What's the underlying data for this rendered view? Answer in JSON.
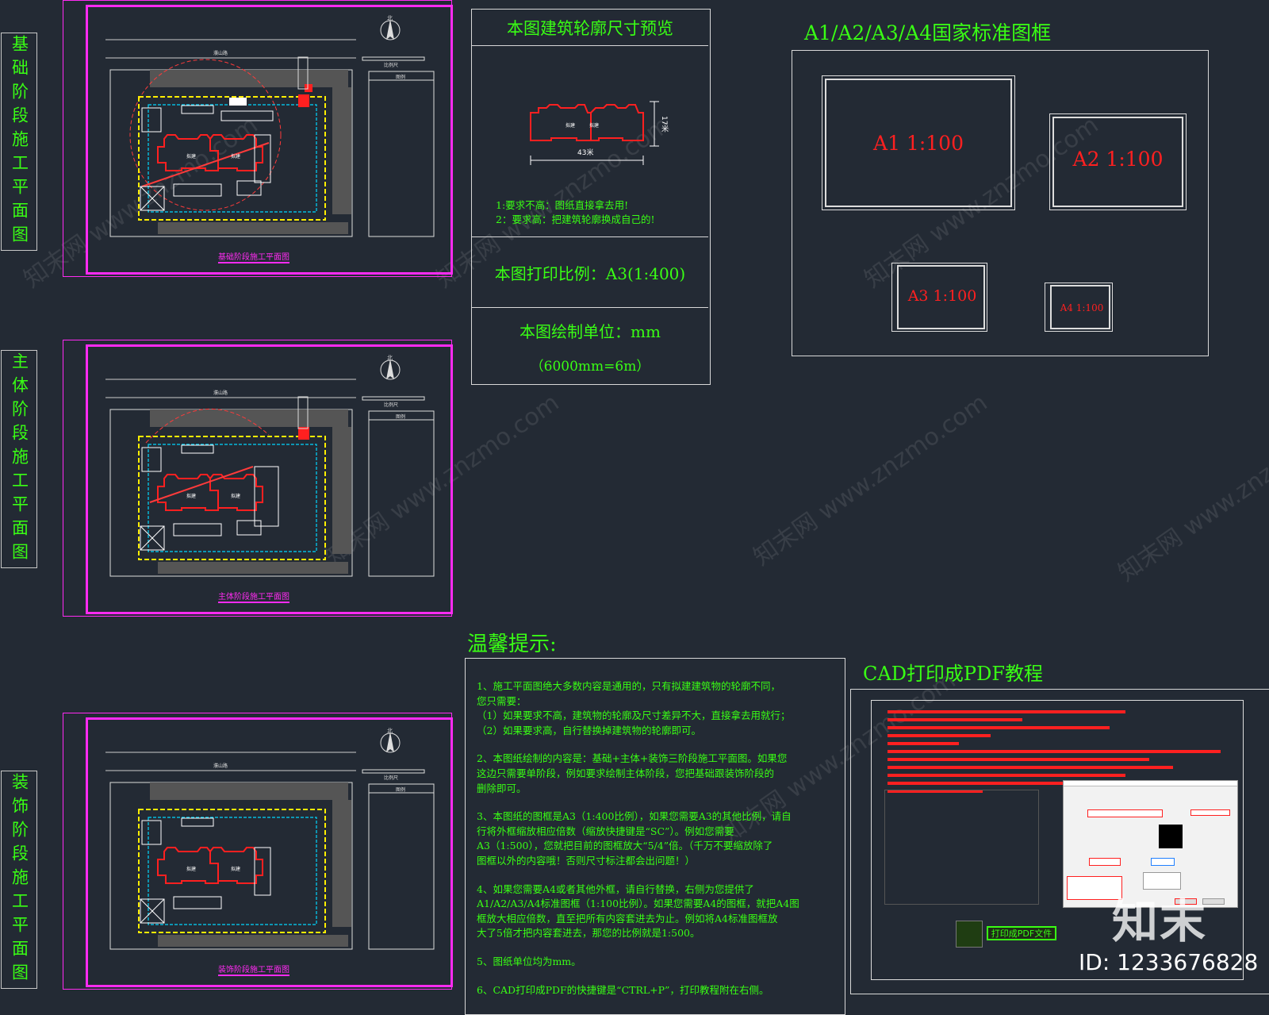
{
  "sections": [
    {
      "label": "基础阶段施工平面图",
      "caption": "基础阶段施工平面图"
    },
    {
      "label": "主体阶段施工平面图",
      "caption": "主体阶段施工平面图"
    },
    {
      "label": "装饰阶段施工平面图",
      "caption": "装饰阶段施工平面图"
    }
  ],
  "plan_labels": {
    "north": "北",
    "scale_bar": "比例尺",
    "road": "濮山路",
    "legend": "图例",
    "building_a": "拟建",
    "building_b": "拟建"
  },
  "preview": {
    "title": "本图建筑轮廓尺寸预览",
    "dim_width": "43米",
    "dim_depth": "17米",
    "note1": "1:要求不高：图纸直接拿去用!",
    "note2": "2：要求高：把建筑轮廓换成自己的!",
    "print_scale": "本图打印比例：A3(1:400)",
    "unit_title": "本图绘制单位：mm",
    "unit_note": "（6000mm=6m）"
  },
  "frames": {
    "title": "A1/A2/A3/A4国家标准图框",
    "a1": "A1  1:100",
    "a2": "A2  1:100",
    "a3": "A3  1:100",
    "a4": "A4  1:100"
  },
  "tips": {
    "title": "温馨提示:",
    "paragraphs": [
      "1、施工平面图绝大多数内容是通用的，只有拟建建筑物的轮廓不同，\n您只需要：\n（1）如果要求不高，建筑物的轮廓及尺寸差异不大，直接拿去用就行；\n（2）如果要求高，自行替换掉建筑物的轮廓即可。",
      "2、本图纸绘制的内容是：基础+主体+装饰三阶段施工平面图。如果您\n这边只需要单阶段，例如要求绘制主体阶段，您把基础跟装饰阶段的\n删除即可。",
      "3、本图纸的图框是A3（1:400比例），如果您需要A3的其他比例，请自\n行将外框缩放相应倍数（缩放快捷键是“SC”）。例如您需要\nA3（1:500），您就把目前的图框放大“5/4”倍。（千万不要缩放除了\n图框以外的内容哦！否则尺寸标注都会出问题！）",
      "4、如果您需要A4或者其他外框，请自行替换，右侧为您提供了\nA1/A2/A3/A4标准图框（1:100比例）。如果您需要A4的图框，就把A4图\n框放大相应倍数，直至把所有内容套进去为止。例如将A4标准图框放\n大了5倍才把内容套进去，那您的比例就是1:500。",
      "5、图纸单位均为mm。",
      "6、CAD打印成PDF的快捷键是“CTRL+P”，打印教程附在右侧。"
    ]
  },
  "pdf": {
    "title": "CAD打印成PDF教程",
    "button": "打印成PDF文件"
  },
  "branding": {
    "logo": "知末",
    "id": "ID: 1233676828",
    "watermark": "知末网 www.znzmo.com"
  },
  "colors": {
    "bg": "#232a34",
    "green": "#39ff14",
    "magenta": "#ff2bf2",
    "red": "#ff2020",
    "yellow": "#ffff00",
    "cyan": "#00d8ff"
  }
}
